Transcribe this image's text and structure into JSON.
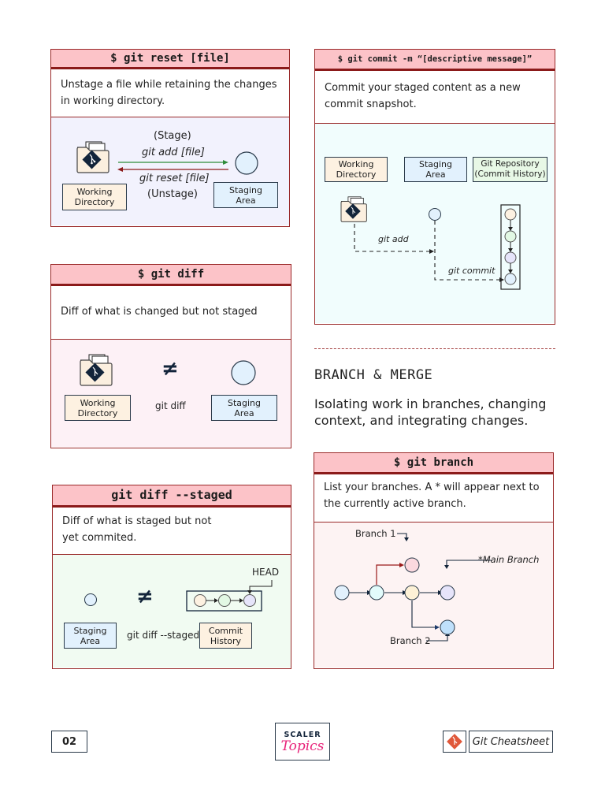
{
  "reset": {
    "command": "$ git reset [file]",
    "description": "Unstage a file while retaining the changes in working directory.",
    "stage_label": "(Stage)",
    "add_label": "git add [file]",
    "reset_label": "git reset [file]",
    "unstage_label": "(Unstage)",
    "working_directory": "Working Directory",
    "staging_area": "Staging Area"
  },
  "commit": {
    "command": "$ git commit -m “[descriptive message]”",
    "description": "Commit your staged content as a new commit snapshot.",
    "working_directory": "Working Directory",
    "staging_area": "Staging Area",
    "git_repository": "Git Repository (Commit History)",
    "add_label": "git add",
    "commit_label": "git commit"
  },
  "diff": {
    "command": "$ git diff",
    "description": "Diff of what is changed but not staged",
    "not_equal": "≠",
    "diff_label": "git diff",
    "working_directory": "Working Directory",
    "staging_area": "Staging Area"
  },
  "diff_staged": {
    "command": "git diff --staged",
    "description": "Diff of what is staged but not yet commited.",
    "not_equal": "≠",
    "diff_label": "git diff --staged",
    "head_label": "HEAD",
    "staging_area": "Staging Area",
    "commit_history": "Commit History"
  },
  "section": {
    "title": "BRANCH & MERGE",
    "description": "Isolating work in branches, changing context, and integrating changes."
  },
  "branch": {
    "command": "$ git branch",
    "description": "List your branches. A * will appear next to the currently active branch.",
    "branch1_label": "Branch 1",
    "branch2_label": "Branch 2",
    "main_label": "*Main Branch"
  },
  "footer": {
    "page_number": "02",
    "logo_top": "SCALER",
    "logo_bottom": "Topics",
    "doc_title": "Git Cheatsheet"
  },
  "colors": {
    "header_bg": "#fcc3c8",
    "border": "#9a2a2a",
    "accent_pink": "#e8237a",
    "git_orange": "#e0583a"
  }
}
